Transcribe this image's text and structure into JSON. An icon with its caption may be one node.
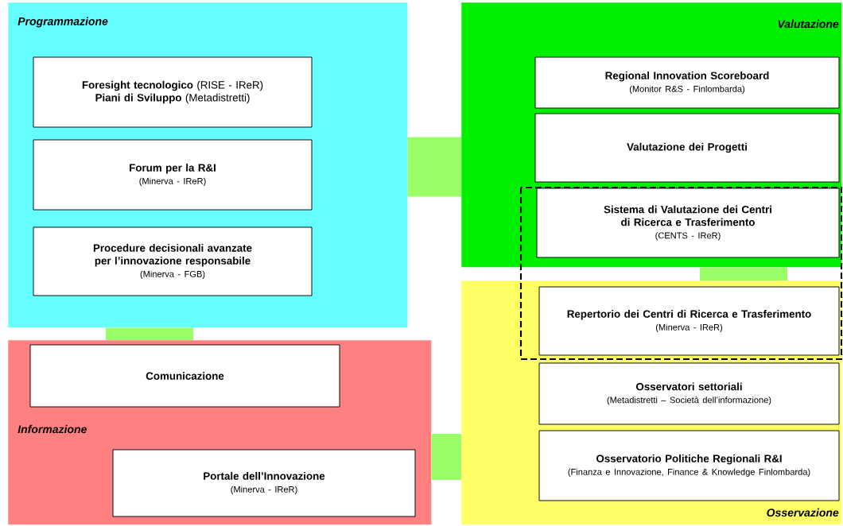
{
  "diagram": {
    "nodes": [
      {
        "text": [
          "Programmazione"
        ]
      },
      {
        "text": [
          "**Foresight tecnologico** (RISE - IReR)",
          "**Piani di Sviluppo** (Metadistretti)"
        ],
        "in": 0
      },
      {
        "text": [
          "Forum per la R&I",
          "(Minerva - IReR)"
        ],
        "in": 0
      },
      {
        "text": [
          "Procedure decisionali avanzate per l’innovazione responsabile",
          "(Minerva - FGB)"
        ],
        "in": 0
      },
      {
        "text": [
          "Valutazione"
        ]
      },
      {
        "text": [
          "Regional Innovation Scoreboard",
          "(Monitor R&S - Finlombarda)"
        ],
        "in": 4
      },
      {
        "text": [
          "Valutazione dei Progetti"
        ],
        "in": 4
      },
      {
        "text": [
          "Sistema di Valutazione dei Centri di Ricerca e Trasferimento",
          "(CENTS - IReR)"
        ],
        "in": 4
      },
      {
        "text": [
          "Osservazione"
        ]
      },
      {
        "text": [
          "Repertorio dei Centri di Ricerca e Trasferimento",
          "(Minerva - IReR)"
        ],
        "in": 8
      },
      {
        "text": [
          "Osservatori settoriali",
          "(Metadistretti – Società dell’informazione)"
        ],
        "in": 8
      },
      {
        "text": [
          "Osservatorio Politiche Regionali R&I",
          "(Finanza e Innovazione, Finance & Knowledge Finlombarda)"
        ],
        "in": 8
      },
      {
        "text": [
          "Informazione"
        ]
      },
      {
        "text": [
          "Comunicazione"
        ],
        "in": 12
      },
      {
        "text": [
          "Portale dell’Innovazione",
          "(Minerva - IReR)"
        ],
        "in": 12
      }
    ],
    "edges": [
      {
        "from": 0,
        "to": 4,
        "arrow": "none"
      },
      {
        "from": 4,
        "to": 8,
        "arrow": "none"
      },
      {
        "from": 8,
        "to": 12,
        "arrow": "none"
      },
      {
        "from": 12,
        "to": 0,
        "arrow": "none"
      }
    ]
  }
}
